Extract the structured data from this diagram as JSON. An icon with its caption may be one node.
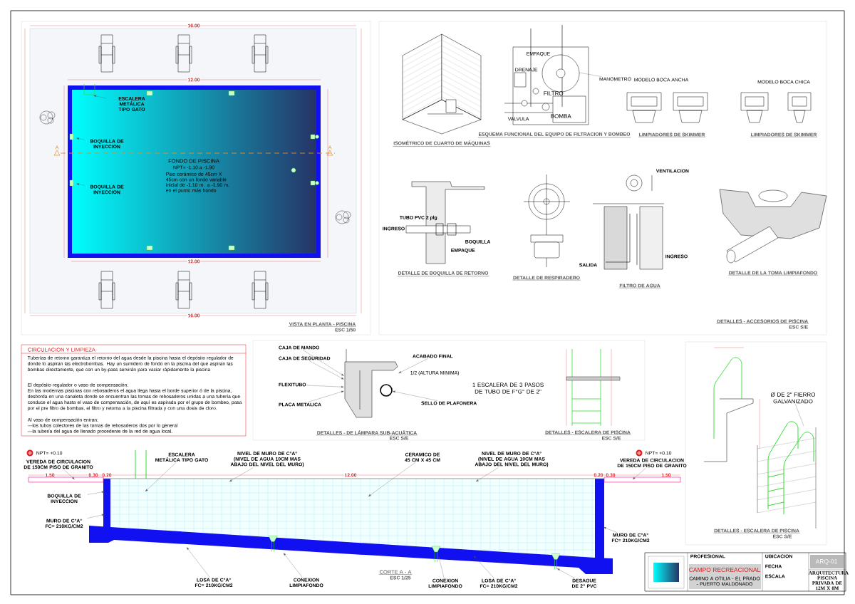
{
  "diagram": {
    "nodes": [
      {
        "text": [
          "MANOMETRO"
        ]
      },
      {
        "text": [
          "CAJA DE MANDO"
        ]
      },
      {
        "text": [
          "CAJA DE SEGURIDAD"
        ]
      },
      {
        "text": [
          "ACABADO FINAL"
        ]
      },
      {
        "text": [
          "FLEXITUBO"
        ]
      },
      {
        "text": [
          "SELLO DE PLAFONERA"
        ]
      },
      {
        "text": [
          "PLACA METALICA"
        ]
      },
      {
        "text": [
          "Ø DE 2\" FIERRO GALVANIZADO"
        ]
      },
      {
        "text": [
          "ESCALERA METÁLICA TIPO GATO"
        ]
      },
      {
        "text": [
          "NIVEL DE MURO DE C°A° (NIVEL DE AGUA 10CM MAS ABAJO DEL NIVEL DEL MURO)"
        ]
      },
      {
        "text": [
          "VEREDA DE CIRCULACION DE 150CM PISO DE GRANITO"
        ]
      },
      {
        "text": [
          "BOQUILLA DE INYECCION"
        ]
      },
      {
        "text": [
          "MURO DE C°A° FC= 210KG/CM2"
        ]
      },
      {
        "text": [
          "LOSA DE C°A° FC= 210KG/CM2"
        ]
      },
      {
        "text": [
          "CONEXION LIMPIAFONDO"
        ]
      },
      {
        "text": [
          "CERAMICO DE 45 CM X 45 CM"
        ]
      },
      {
        "text": [
          "NIVEL DE MURO DE C°A° (NIVEL DE AGUA 10CM MAS ABAJO DEL NIVEL DEL MURO)"
        ]
      },
      {
        "text": [
          "VEREDA DE CIRCULACION DE 150CM PISO DE GRANITO"
        ]
      },
      {
        "text": [
          "MURO DE C°A° FC= 210KG/CM2"
        ]
      },
      {
        "text": [
          "CONEXION LIMPIAFONDO"
        ]
      },
      {
        "text": [
          "LOSA DE C°A° FC= 210KG/CM2"
        ]
      },
      {
        "text": [
          "DESAGUE DE 2\" PVC"
        ]
      },
      {
        "text": [
          "ESCALERA METÁLICA TIPO GATO"
        ]
      },
      {
        "text": [
          "BOQUILLA DE INYECCION"
        ]
      },
      {
        "text": [
          "BOQUILLA DE INYECCION"
        ]
      },
      {
        "text": [],
        "shape": "picture"
      },
      {
        "text": [],
        "shape": "picture"
      },
      {
        "text": [],
        "shape": "bar"
      },
      {
        "text": [],
        "shape": "bar"
      }
    ],
    "edges": [
      {
        "from": 0,
        "to": null,
        "arrow": "none"
      },
      {
        "from": 1,
        "to": 25,
        "arrow": "to"
      },
      {
        "from": 2,
        "to": 25,
        "arrow": "to"
      },
      {
        "from": 3,
        "to": 25,
        "arrow": "to"
      },
      {
        "from": 4,
        "to": 25,
        "arrow": "to"
      },
      {
        "from": 5,
        "to": 25,
        "arrow": "to"
      },
      {
        "from": 6,
        "to": 25,
        "arrow": "to"
      },
      {
        "from": 7,
        "to": null,
        "arrow": "none"
      },
      {
        "from": 8,
        "to": 26,
        "arrow": "to"
      },
      {
        "from": 9,
        "to": 26,
        "arrow": "to"
      },
      {
        "from": 10,
        "to": 27,
        "arrow": "to"
      },
      {
        "from": 11,
        "to": 26,
        "arrow": "to"
      },
      {
        "from": 12,
        "to": 26,
        "arrow": "to"
      },
      {
        "from": 13,
        "to": 26,
        "arrow": "to"
      },
      {
        "from": 14,
        "to": 26,
        "arrow": "to"
      },
      {
        "from": 15,
        "to": 26,
        "arrow": "to"
      },
      {
        "from": 16,
        "to": 26,
        "arrow": "to"
      },
      {
        "from": 17,
        "to": 28,
        "arrow": "to"
      },
      {
        "from": 18,
        "to": 26,
        "arrow": "to"
      },
      {
        "from": 19,
        "to": 26,
        "arrow": "to"
      },
      {
        "from": 20,
        "to": 26,
        "arrow": "to"
      },
      {
        "from": 21,
        "to": 26,
        "arrow": "to"
      },
      {
        "from": 22,
        "to": null,
        "arrow": "to"
      },
      {
        "from": 23,
        "to": null,
        "arrow": "to"
      },
      {
        "from": 24,
        "to": null,
        "arrow": "to"
      }
    ],
    "labels": [
      "16.00",
      "12.00",
      "A",
      "A",
      "FONDO DE PISCINA",
      "NPT= -1.10 a -1.90",
      "Piso cerámico de 45cm X 45cm con un fondo variable inicial de -1.10 m. a -1.90 m. en el punto más hondo",
      "12.00",
      "16.00",
      "VISTA EN PLANTA - PISCINA",
      "ESC 1/50",
      "EMPAQUE",
      "DRENAJE",
      "FILTRO",
      "VALVULA",
      "BOMBA",
      "MODELO BOCA ANCHA",
      "MODELO BOCA CHICA",
      "ISOMÉTRICO DE CUARTO DE MÁQUINAS",
      "ESQUEMA FUNCIONAL DEL EQUIPO DE FILTRACION Y BOMBEO",
      "LIMPIADORES DE SKIMMER",
      "LIMPIADORES DE SKIMMER",
      "TUBO PVC 2 plg",
      "INGRESO",
      "EMPAQUE",
      "BOQUILLA",
      "VENTILACION",
      "SALIDA",
      "INGRESO",
      "DETALLE DE BOQUILLA DE RETORNO",
      "DETALLE DE RESPIRADERO",
      "FILTRO DE AGUA",
      "DETALLE DE LA TOMA LIMPIAFONDO",
      "DETALLES - ACCESORIOS DE PISCINA",
      "ESC S/E",
      "CIRCULACION Y LIMPIEZA",
      "Tuberías de retorno garantiza el retorno del agua desde la piscina hasta el depósito regulador de donde lo aspiran las electrobombas. Hay un sumidero de fondo en la piscina del que aspiran las bombas directamente, que con un by-pass servirán para vaciar rápidamente la piscina",
      "El depósito regulador o vaso de compensación:",
      "En las modernas piscinas con rebosaderos el agua llega hasta el borde superior ó de la piscina, desborda en una canaleta donde se encuentran las tomas de rebosaderos unidas a una tubería que conduce el agua hasta el vaso de compensación, de aquí es aspirada por el grupo de bombeo, pasa por el pre filtro de bombas, el filtro y retorna a la piscina filtrada y con una dosis de cloro.",
      "Al vaso de compensación entran:",
      "—los tubos colectores de las tomas de rebosaderos dos por lo general",
      "—la tubería del agua de llenado procedente de la red de agua local.",
      "1/2 (ALTURA MINIMA)",
      "DETALLES - DE LÁMPARA SUB-ACUÁTICA",
      "ESC S/E",
      "1 ESCALERA DE 3 PASOS DE TUBO DE F°G° DE 2\"",
      "DETALLES - ESCALERA DE PISCINA",
      "ESC S/E",
      "DETALLES - ESCALERA DE PISCINA",
      "ESC S/E",
      "NPT= +0.10",
      "NPT= +0.10",
      "1.50",
      "0.30",
      "0.20",
      "12.00",
      "0.20",
      "0.30",
      "1.50",
      "CORTE A - A",
      "ESC 1/25",
      "PROFESIONAL",
      "UBICACION",
      "FECHA",
      "ESCALA",
      "ARQ-01",
      "CAMPO RECREACIONAL",
      "CAMINO A OTILIA - EL PRADO - PUERTO MALDONADO",
      "ARQUITECTURA PISCINA PRIVADA DE 12M X 8M"
    ]
  }
}
